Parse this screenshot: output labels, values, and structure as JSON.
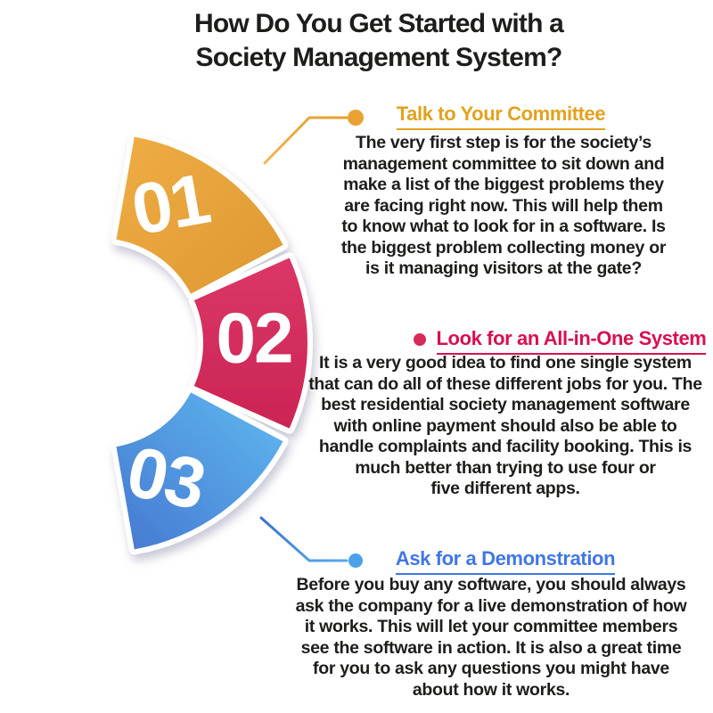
{
  "title": {
    "text": "How Do You Get Started with a\nSociety Management System?"
  },
  "chart_data": {
    "type": "donut-steps",
    "description": "Three-step C-shaped donut opening to the left, each arc segment numbered",
    "segments": [
      {
        "label": "01",
        "color": "#E5A33C"
      },
      {
        "label": "02",
        "color": "#D12C5B"
      },
      {
        "label": "03",
        "color": "#4F92DE"
      }
    ]
  },
  "steps": [
    {
      "number": "01",
      "heading": "Talk to Your Committee",
      "accent_color": "#E2A21F",
      "body": "The very first step is for the society’s\nmanagement committee to sit down and\nmake a list of the biggest problems they\nare facing right now. This will help them\nto know what to look for in a software. Is\nthe biggest problem collecting money or\nis it managing visitors at the gate?"
    },
    {
      "number": "02",
      "heading": "Look for an All-in-One System",
      "accent_color": "#D8104D",
      "body": "It is a very good idea to find one single system\nthat can do all of these different jobs for you. The\nbest residential society management software\nwith online payment should also be able to\nhandle complaints and facility booking. This is\nmuch better than trying to use four or\nfive different apps."
    },
    {
      "number": "03",
      "heading": "Ask for a Demonstration",
      "accent_color": "#4077E3",
      "body": "Before you buy any software, you should always\nask the company for a live demonstration of how\nit works. This will let your committee members\nsee the software in action. It is also a great time\nfor you to ask any questions you might have\nabout how it works."
    }
  ]
}
